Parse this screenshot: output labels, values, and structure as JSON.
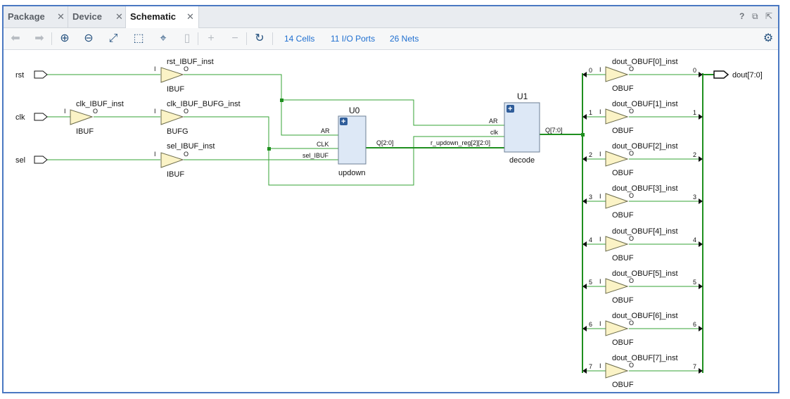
{
  "tabs": [
    {
      "label": "Package",
      "active": false
    },
    {
      "label": "Device",
      "active": false
    },
    {
      "label": "Schematic",
      "active": true
    }
  ],
  "toolbar": {
    "cells": "14 Cells",
    "io_ports": "11 I/O Ports",
    "nets": "26 Nets"
  },
  "inputs": [
    "rst",
    "clk",
    "sel"
  ],
  "output": "dout[7:0]",
  "bufs": {
    "clk_ibuf": {
      "name": "clk_IBUF_inst",
      "type": "IBUF",
      "pin_i": "I",
      "pin_o": "O"
    },
    "rst_ibuf": {
      "name": "rst_IBUF_inst",
      "type": "IBUF",
      "pin_i": "I",
      "pin_o": "O"
    },
    "clk_bufg": {
      "name": "clk_IBUF_BUFG_inst",
      "type": "BUFG",
      "pin_i": "I",
      "pin_o": "O"
    },
    "sel_ibuf": {
      "name": "sel_IBUF_inst",
      "type": "IBUF",
      "pin_i": "I",
      "pin_o": "O"
    }
  },
  "u0": {
    "title": "U0",
    "module": "updown",
    "pins": {
      "ar": "AR",
      "clk": "CLK",
      "sel": "sel_IBUF",
      "q": "Q[2:0]"
    }
  },
  "u1": {
    "title": "U1",
    "module": "decode",
    "pins": {
      "ar": "AR",
      "clk": "clk",
      "q": "Q[7:0]"
    }
  },
  "net_label": "r_updown_reg[2][2:0]",
  "obufs": [
    {
      "name": "dout_OBUF[0]_inst",
      "type": "OBUF",
      "idx": "0",
      "pin_i": "I",
      "pin_o": "O"
    },
    {
      "name": "dout_OBUF[1]_inst",
      "type": "OBUF",
      "idx": "1",
      "pin_i": "I",
      "pin_o": "O"
    },
    {
      "name": "dout_OBUF[2]_inst",
      "type": "OBUF",
      "idx": "2",
      "pin_i": "I",
      "pin_o": "O"
    },
    {
      "name": "dout_OBUF[3]_inst",
      "type": "OBUF",
      "idx": "3",
      "pin_i": "I",
      "pin_o": "O"
    },
    {
      "name": "dout_OBUF[4]_inst",
      "type": "OBUF",
      "idx": "4",
      "pin_i": "I",
      "pin_o": "O"
    },
    {
      "name": "dout_OBUF[5]_inst",
      "type": "OBUF",
      "idx": "5",
      "pin_i": "I",
      "pin_o": "O"
    },
    {
      "name": "dout_OBUF[6]_inst",
      "type": "OBUF",
      "idx": "6",
      "pin_i": "I",
      "pin_o": "O"
    },
    {
      "name": "dout_OBUF[7]_inst",
      "type": "OBUF",
      "idx": "7",
      "pin_i": "I",
      "pin_o": "O"
    }
  ],
  "colors": {
    "wire": "#36a336",
    "bus": "#1f8f1f",
    "buffer_fill": "#fbf3c6",
    "block_fill": "#dde8f6",
    "accent": "#1f6fd0"
  }
}
